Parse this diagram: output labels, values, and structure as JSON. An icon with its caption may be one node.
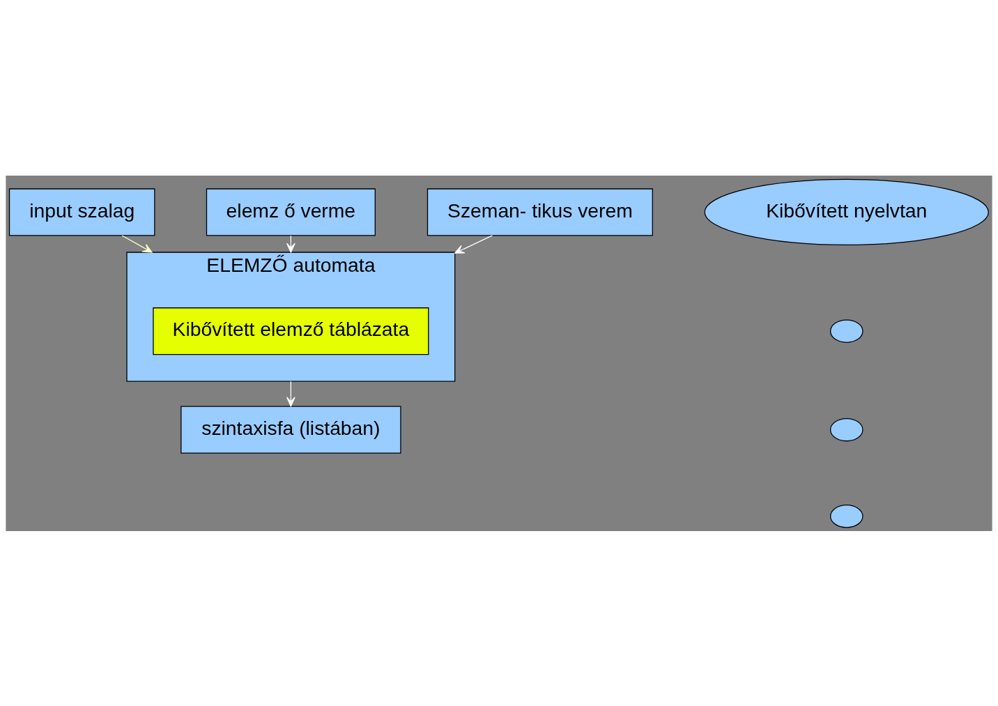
{
  "diagram": {
    "nodes": [
      {
        "text": [
          "input szalag"
        ]
      },
      {
        "text": [
          "ELEMZŐ automata"
        ]
      },
      {
        "text": [
          "Kibővített elemző táblázata"
        ],
        "in": 1
      },
      {
        "text": [
          "elemz ő verme"
        ]
      },
      {
        "text": [
          "Kibővített nyelvtan"
        ]
      },
      {
        "text": [],
        "shape": "circle"
      },
      {
        "text": [],
        "shape": "circle"
      },
      {
        "text": [],
        "shape": "circle"
      },
      {
        "text": [
          "Szeman- tikus verem"
        ]
      },
      {
        "text": [
          "szintaxisfa (listában)"
        ]
      }
    ],
    "edges": [
      {
        "from": 0,
        "to": 1,
        "arrow": "to",
        "color": "#ffffcc"
      },
      {
        "from": 3,
        "to": 1,
        "arrow": "to"
      },
      {
        "from": 8,
        "to": 1,
        "arrow": "to"
      },
      {
        "from": 1,
        "to": 9,
        "arrow": "to"
      }
    ]
  }
}
